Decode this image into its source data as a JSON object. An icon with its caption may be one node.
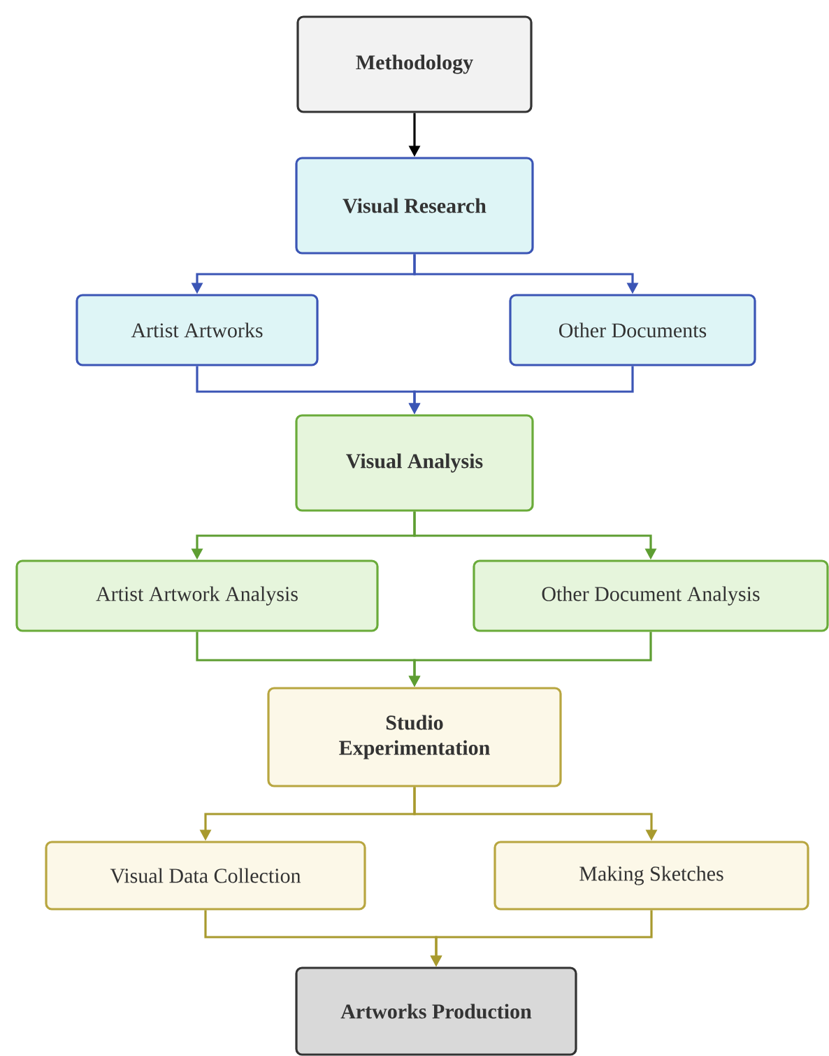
{
  "diagram": {
    "nodes": [
      {
        "text": [
          "Methodology"
        ]
      },
      {
        "text": [
          "Visual Research"
        ]
      },
      {
        "text": [
          "Artist Artworks"
        ]
      },
      {
        "text": [
          "Other Documents"
        ]
      },
      {
        "text": [
          "Visual Analysis"
        ]
      },
      {
        "text": [
          "Artist Artwork Analysis"
        ]
      },
      {
        "text": [
          "Other Document Analysis"
        ]
      },
      {
        "text": [
          "Studio Experimentation"
        ]
      },
      {
        "text": [
          "Visual Data Collection"
        ]
      },
      {
        "text": [
          "Making Sketches"
        ]
      },
      {
        "text": [
          "Artworks Production"
        ]
      }
    ],
    "edges": [
      {
        "from": 0,
        "to": 1,
        "arrow": "to",
        "color": "#000000"
      },
      {
        "from": 1,
        "to": 2,
        "arrow": "to",
        "color": "#3b55b5"
      },
      {
        "from": 1,
        "to": 3,
        "arrow": "to",
        "color": "#3b55b5"
      },
      {
        "from": 2,
        "to": 4,
        "arrow": "to",
        "color": "#3b55b5"
      },
      {
        "from": 3,
        "to": 4,
        "arrow": "to",
        "color": "#3b55b5"
      },
      {
        "from": 4,
        "to": 5,
        "arrow": "to",
        "color": "#5e9e32"
      },
      {
        "from": 4,
        "to": 6,
        "arrow": "to",
        "color": "#5e9e32"
      },
      {
        "from": 5,
        "to": 7,
        "arrow": "to",
        "color": "#5e9e32"
      },
      {
        "from": 6,
        "to": 7,
        "arrow": "to",
        "color": "#5e9e32"
      },
      {
        "from": 7,
        "to": 8,
        "arrow": "to",
        "color": "#a89a2e"
      },
      {
        "from": 7,
        "to": 9,
        "arrow": "to",
        "color": "#a89a2e"
      },
      {
        "from": 8,
        "to": 10,
        "arrow": "to",
        "color": "#a89a2e"
      },
      {
        "from": 9,
        "to": 10,
        "arrow": "to",
        "color": "#a89a2e"
      }
    ]
  }
}
